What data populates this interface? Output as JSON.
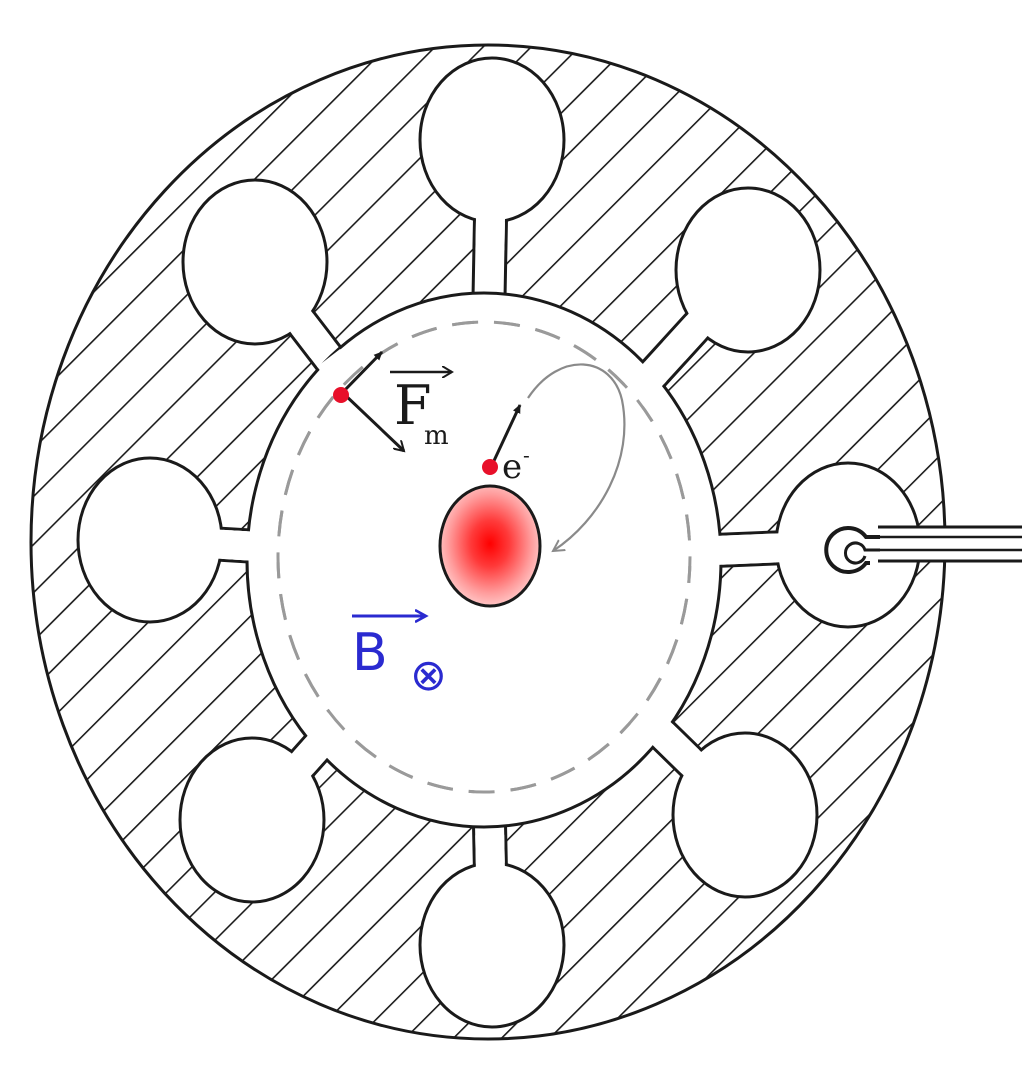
{
  "labels": {
    "force_letter": "F",
    "force_subscript": "m",
    "electron_letter": "e",
    "electron_superscript": "-",
    "field_letter": "B",
    "field_direction_symbol": "⊗"
  },
  "colors": {
    "outline": "#1a1a1a",
    "hatch": "#1a1a1a",
    "magnetic_field": "#2a2ad0",
    "charge": "#e8102a",
    "cathode_core": "#ff0000",
    "orbit_dash": "#9a9a9a",
    "trajectory": "#8a8a8a"
  },
  "structure": {
    "resonant_cavities": 8,
    "output_coupling_loop": true,
    "magnetic_field_direction": "into-page"
  }
}
